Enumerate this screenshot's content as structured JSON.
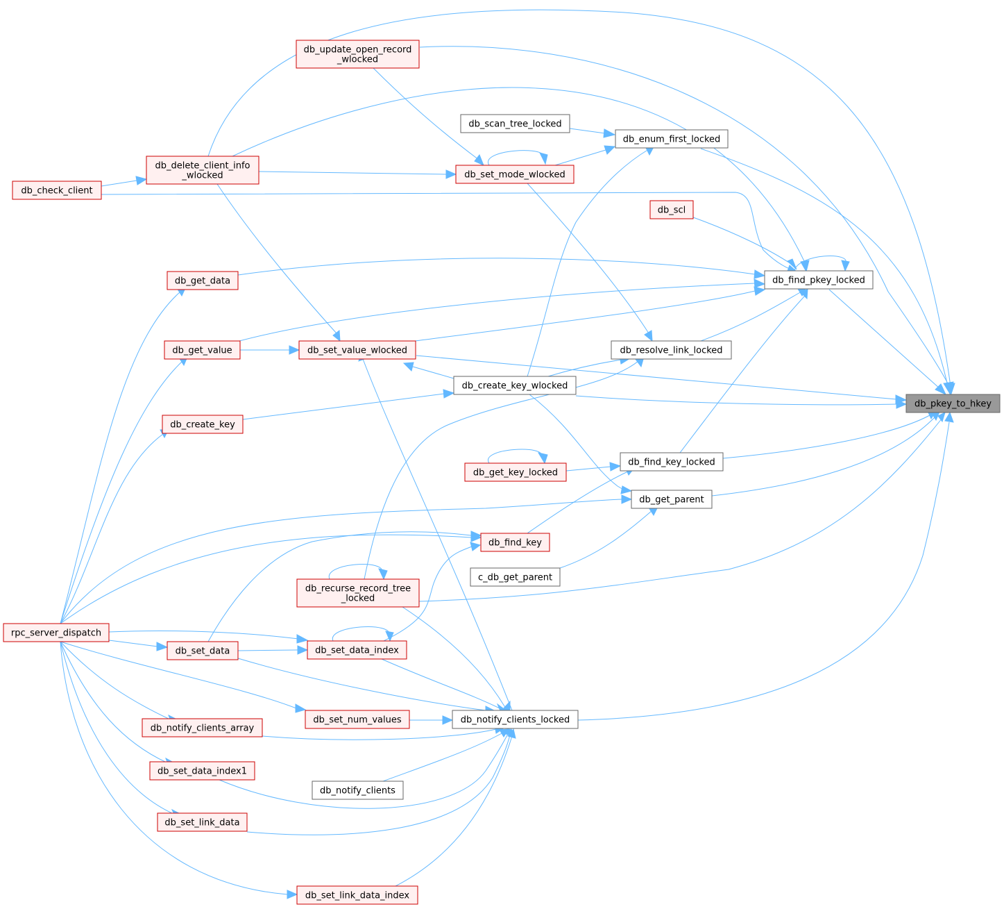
{
  "nodes": {
    "db_pkey_to_hkey": [
      "db_pkey_to_hkey"
    ],
    "db_update_open_record_wlocked": [
      "db_update_open_record",
      "_wlocked"
    ],
    "db_scan_tree_locked": [
      "db_scan_tree_locked"
    ],
    "db_enum_first_locked": [
      "db_enum_first_locked"
    ],
    "db_delete_client_info_wlocked": [
      "db_delete_client_info",
      "_wlocked"
    ],
    "db_set_mode_wlocked": [
      "db_set_mode_wlocked"
    ],
    "db_check_client": [
      "db_check_client"
    ],
    "db_scl": [
      "db_scl"
    ],
    "db_get_data": [
      "db_get_data"
    ],
    "db_find_pkey_locked": [
      "db_find_pkey_locked"
    ],
    "db_get_value": [
      "db_get_value"
    ],
    "db_set_value_wlocked": [
      "db_set_value_wlocked"
    ],
    "db_resolve_link_locked": [
      "db_resolve_link_locked"
    ],
    "db_create_key_wlocked": [
      "db_create_key_wlocked"
    ],
    "db_create_key": [
      "db_create_key"
    ],
    "db_find_key_locked": [
      "db_find_key_locked"
    ],
    "db_get_key_locked": [
      "db_get_key_locked"
    ],
    "db_get_parent": [
      "db_get_parent"
    ],
    "db_find_key": [
      "db_find_key"
    ],
    "c_db_get_parent": [
      "c_db_get_parent"
    ],
    "db_recurse_record_tree_locked": [
      "db_recurse_record_tree",
      "_locked"
    ],
    "rpc_server_dispatch": [
      "rpc_server_dispatch"
    ],
    "db_set_data": [
      "db_set_data"
    ],
    "db_set_data_index": [
      "db_set_data_index"
    ],
    "db_set_num_values": [
      "db_set_num_values"
    ],
    "db_notify_clients_locked": [
      "db_notify_clients_locked"
    ],
    "db_notify_clients_array": [
      "db_notify_clients_array"
    ],
    "db_set_data_index1": [
      "db_set_data_index1"
    ],
    "db_notify_clients": [
      "db_notify_clients"
    ],
    "db_set_link_data": [
      "db_set_link_data"
    ],
    "db_set_link_data_index": [
      "db_set_link_data_index"
    ]
  },
  "colors": {
    "edge": "#63b8ff",
    "red_fill": "#fff0f0",
    "red_stroke": "#cc0000",
    "white_stroke": "#666666",
    "target_fill": "#999999"
  }
}
